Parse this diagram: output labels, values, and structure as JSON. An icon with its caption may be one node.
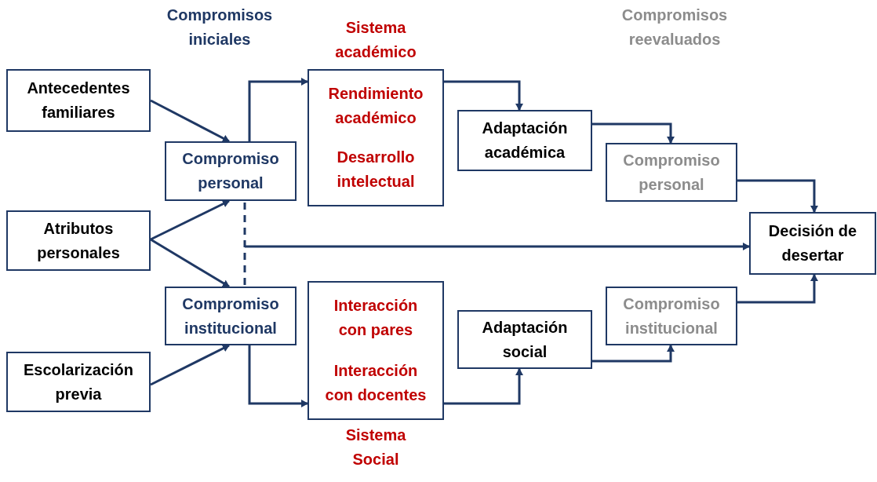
{
  "diagram": {
    "nodes": [
      {
        "text": [
          "Antecedentes familiares"
        ]
      },
      {
        "text": [
          "Atributos personales"
        ]
      },
      {
        "text": [
          "Escolarización previa"
        ]
      },
      {
        "text": [
          "Compromiso personal"
        ]
      },
      {
        "text": [
          "Compromiso institucional"
        ]
      },
      {
        "text": [
          "Sistema académico",
          "Rendimiento académico",
          "Desarrollo intelectual"
        ]
      },
      {
        "text": [
          "Interacción con pares",
          "Interacción con docentes",
          "Sistema Social"
        ]
      },
      {
        "text": [
          "Adaptación académica"
        ]
      },
      {
        "text": [
          "Adaptación social"
        ]
      },
      {
        "text": [
          "Compromiso personal"
        ]
      },
      {
        "text": [
          "Compromiso institucional"
        ]
      },
      {
        "text": [
          "Decisión de desertar"
        ]
      }
    ],
    "edges": [
      {
        "from": 0,
        "to": 3,
        "arrow": "to"
      },
      {
        "from": 1,
        "to": 3,
        "arrow": "to"
      },
      {
        "from": 1,
        "to": 4,
        "arrow": "to"
      },
      {
        "from": 2,
        "to": 4,
        "arrow": "to"
      },
      {
        "from": 3,
        "to": 5,
        "arrow": "to"
      },
      {
        "from": 4,
        "to": 6,
        "arrow": "to"
      },
      {
        "from": 5,
        "to": 7,
        "arrow": "to"
      },
      {
        "from": 6,
        "to": 8,
        "arrow": "to"
      },
      {
        "from": 7,
        "to": 9,
        "arrow": "to"
      },
      {
        "from": 8,
        "to": 10,
        "arrow": "to"
      },
      {
        "from": 9,
        "to": 11,
        "arrow": "to"
      },
      {
        "from": 10,
        "to": 11,
        "arrow": "to"
      },
      {
        "from": 3,
        "to": 4,
        "arrow": "none",
        "style": "dashed"
      },
      {
        "from": null,
        "to": 11,
        "arrow": "to"
      }
    ],
    "labels": [
      "Compromisos iniciales",
      "Compromisos reevaluados"
    ]
  }
}
